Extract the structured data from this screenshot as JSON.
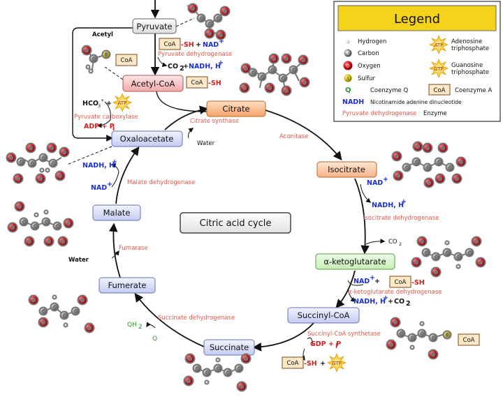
{
  "title": "Citric acid cycle",
  "metabolites": {
    "pyruvate": "Pyruvate",
    "acetyl_coa": "Acetyl-CoA",
    "citrate": "Citrate",
    "isocitrate": "Isocitrate",
    "alpha_kg": "α-ketoglutarate",
    "succinyl_coa": "Succinyl-CoA",
    "succinate": "Succinate",
    "fumerate": "Fumerate",
    "malate": "Malate",
    "oxaloacetate": "Oxaloacetate"
  },
  "enzymes": {
    "pyruvate_dh": "Pyruvate dehydrogenase",
    "pyruvate_carboxylase": "Pyruvate carboxylase",
    "citrate_synthase": "Citrate synthase",
    "aconitase": "Aconitase",
    "isocitrate_dh": "Isocitrate dehydrogenase",
    "akg_dh": "α-ketoglutarate dehydrogenase",
    "succinyl_coa_synthetase": "Succinyl-CoA synthetase",
    "succinate_dh": "Succinate dehydrogenase",
    "fumarase": "Fumarase",
    "malate_dh": "Malate dehydrogenase"
  },
  "cofactors": {
    "acetyl": "Acetyl",
    "coa": "CoA",
    "sh": "-SH",
    "plus": "+",
    "nad": "NAD",
    "nadh_h": "NADH, H",
    "co2": "CO",
    "hco3": "HCO",
    "atp": "ATP",
    "adp_pi": "ADP + P",
    "water": "Water",
    "gdp_pi": "GDP + P",
    "gtp": "GTP",
    "qh2": "QH",
    "q": "Q",
    "sup_plus": "+",
    "sub_2": "2",
    "sub_3": "3",
    "sub_i": "i"
  },
  "legend": {
    "title": "Legend",
    "items": {
      "hydrogen": "Hydrogen",
      "carbon": "Carbon",
      "oxygen": "Oxygen",
      "sulfur": "Sulfur",
      "atp": "Adenosine triphosphate",
      "gtp": "Guanosine triphosphate",
      "coq_symbol": "Q",
      "coq": "Coenzyme Q",
      "coa_symbol": "CoA",
      "coa": "Coenzyme A",
      "nadh_symbol": "NADH",
      "nadh": "Nicotinamide adenine dinucleotide",
      "enzyme_example": "Pyruvate dehydrogenase",
      "enzyme": "Enzyme",
      "atom_h": "H",
      "atom_c": "C",
      "atom_o": "O",
      "atom_s": "S"
    }
  },
  "colors": {
    "oxygen": "#d4141c",
    "carbon": "#8a8a8a",
    "hydrogen": "#d9dde8",
    "sulfur": "#c9b400",
    "enzyme": "#e8584a",
    "blue": "#1a2fd6",
    "legend_title_bg": "#f4d31a"
  }
}
